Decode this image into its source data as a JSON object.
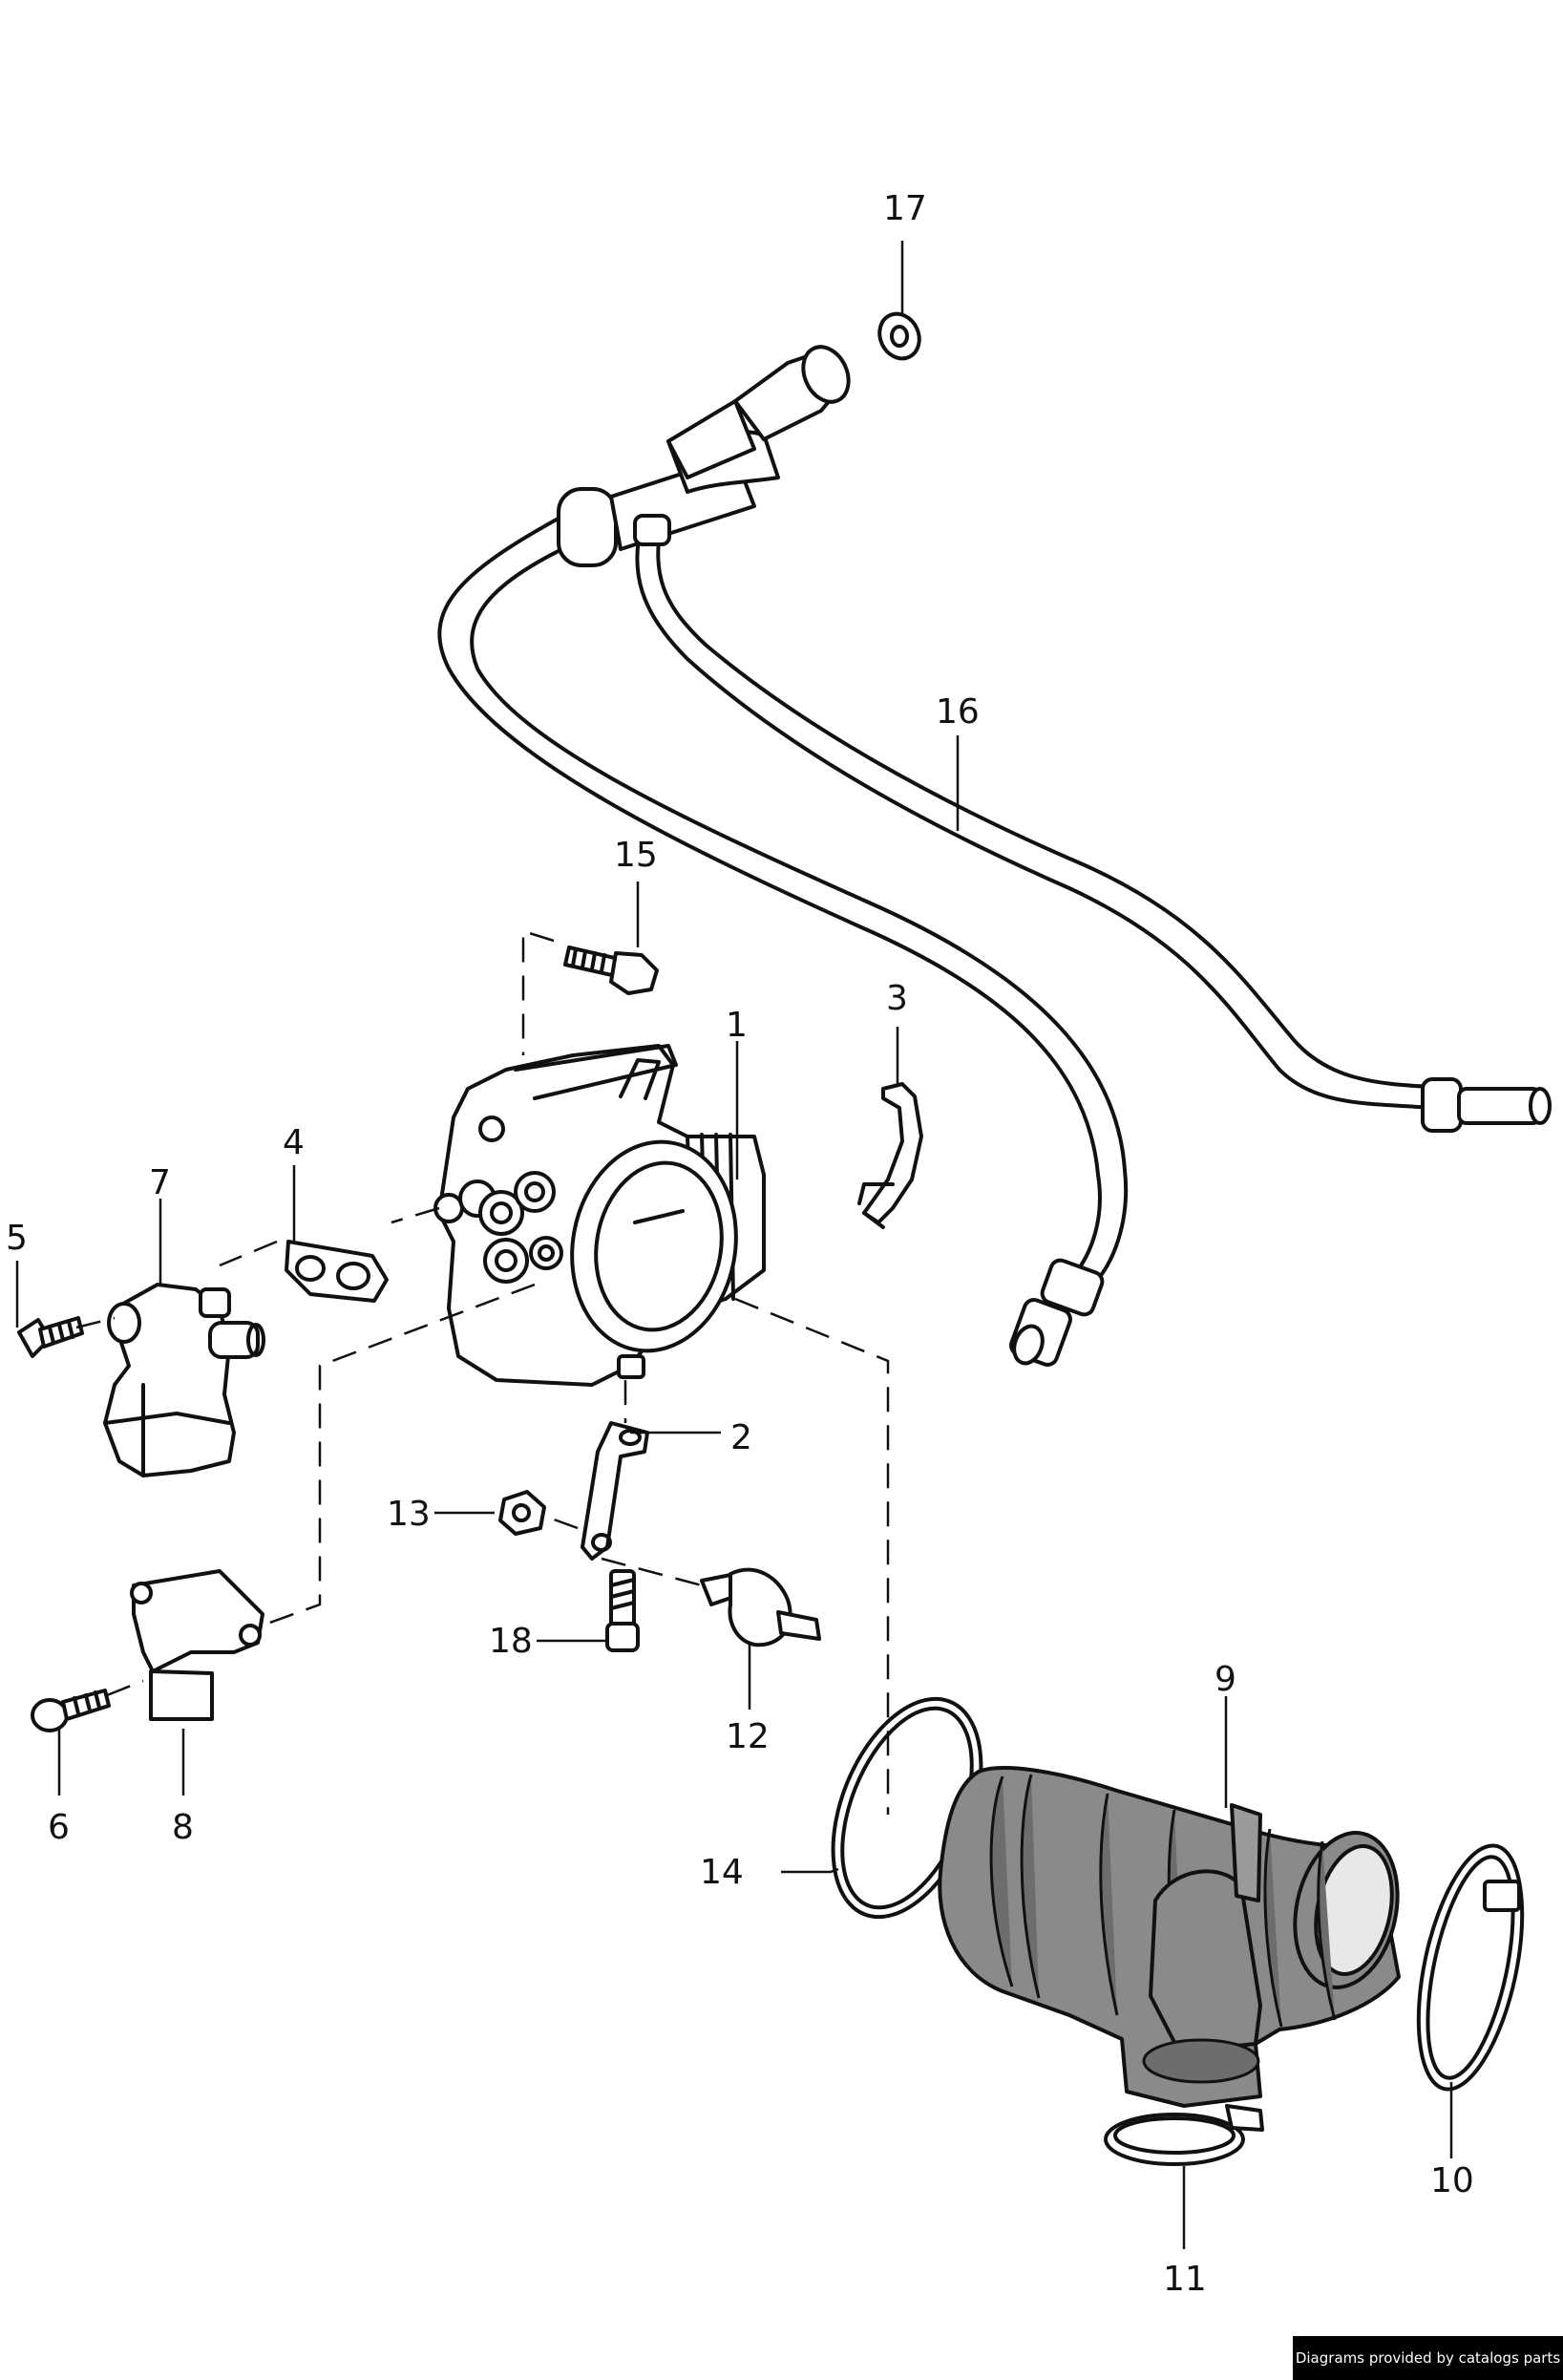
{
  "callouts": [
    {
      "id": "1",
      "label": "1"
    },
    {
      "id": "2",
      "label": "2"
    },
    {
      "id": "3",
      "label": "3"
    },
    {
      "id": "4",
      "label": "4"
    },
    {
      "id": "5",
      "label": "5"
    },
    {
      "id": "6",
      "label": "6"
    },
    {
      "id": "7",
      "label": "7"
    },
    {
      "id": "8",
      "label": "8"
    },
    {
      "id": "9",
      "label": "9"
    },
    {
      "id": "10",
      "label": "10"
    },
    {
      "id": "11",
      "label": "11"
    },
    {
      "id": "12",
      "label": "12"
    },
    {
      "id": "13",
      "label": "13"
    },
    {
      "id": "14",
      "label": "14"
    },
    {
      "id": "15",
      "label": "15"
    },
    {
      "id": "16",
      "label": "16"
    },
    {
      "id": "17",
      "label": "17"
    },
    {
      "id": "18",
      "label": "18"
    }
  ],
  "credit": "Diagrams provided by catalogs parts"
}
